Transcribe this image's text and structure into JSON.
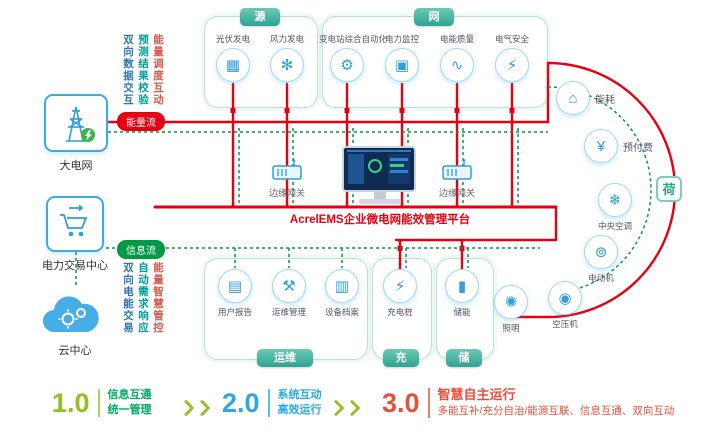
{
  "title": "AcrelEMS企业微电网能效管理平台",
  "flows": {
    "energy": "能量流",
    "info": "信息流"
  },
  "left_column": {
    "grid": {
      "label": "大电网",
      "notes": [
        "双向数据交互",
        "预测结果校验",
        "能量调度互动"
      ]
    },
    "trade": {
      "label": "电力交易中心",
      "notes": [
        "双向电能交易",
        "自动需求响应",
        "能量智慧管控"
      ]
    },
    "cloud": {
      "label": "云中心"
    }
  },
  "gateway": {
    "label": "边缘网关"
  },
  "panels": {
    "source": {
      "title": "源",
      "items": [
        {
          "label": "光伏发电",
          "glyph": "▦"
        },
        {
          "label": "风力发电",
          "glyph": "✻"
        }
      ]
    },
    "grid": {
      "title": "网",
      "items": [
        {
          "label": "变电站综合自动化",
          "glyph": "⚙"
        },
        {
          "label": "电力监控",
          "glyph": "▣"
        },
        {
          "label": "电能质量",
          "glyph": "∿"
        },
        {
          "label": "电气安全",
          "glyph": "⚡"
        }
      ]
    },
    "om": {
      "title": "运维",
      "items": [
        {
          "label": "用户报告",
          "glyph": "▤"
        },
        {
          "label": "运维管理",
          "glyph": "⚒"
        },
        {
          "label": "设备档案",
          "glyph": "▥"
        }
      ]
    },
    "charge": {
      "title": "充",
      "items": [
        {
          "label": "充电桩",
          "glyph": "⚡"
        }
      ]
    },
    "storage": {
      "title": "储",
      "items": [
        {
          "label": "储能",
          "glyph": "▮"
        }
      ]
    },
    "load": {
      "title": "荷",
      "items": [
        {
          "label": "能耗",
          "glyph": "⌂"
        },
        {
          "label": "预付费",
          "glyph": "¥"
        },
        {
          "label": "中央空调",
          "glyph": "❄"
        },
        {
          "label": "电动机",
          "glyph": "⊚"
        },
        {
          "label": "空压机",
          "glyph": "◉"
        },
        {
          "label": "照明",
          "glyph": "✺"
        }
      ]
    }
  },
  "legend": {
    "items": [
      {
        "version": "1.0",
        "lines": [
          "信息互通",
          "统一管理"
        ]
      },
      {
        "version": "2.0",
        "lines": [
          "系统互动",
          "高效运行"
        ]
      },
      {
        "version": "3.0",
        "lines": [
          "智慧自主运行",
          "多能互补/充分自治/能源互联、信息互通、双向互动"
        ]
      }
    ]
  },
  "colors": {
    "energy-flow": "#e60012",
    "info-flow": "#009944",
    "teal": "#2fa392",
    "icon-blue": "#2e9fd8",
    "legend-green": "#8fc31f",
    "legend-green-text": "#00a862",
    "legend-blue": "#29abe2",
    "legend-red": "#e8503e"
  }
}
